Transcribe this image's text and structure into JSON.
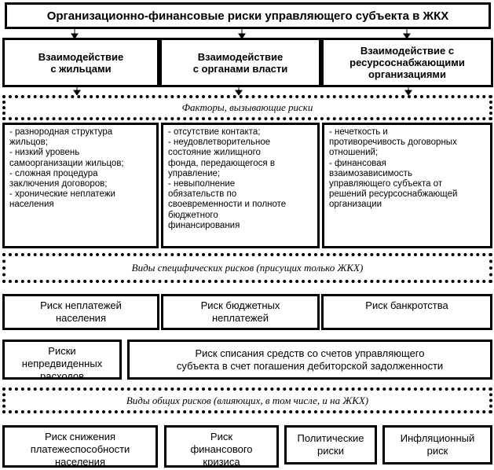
{
  "title": "Организационно-финансовые риски управляющего субъекта в ЖКХ",
  "interactions": [
    "Взаимодействие\nс жильцами",
    "Взаимодействие\nс органами власти",
    "Взаимодействие с\nресурсоснабжающими\nорганизациями"
  ],
  "factors_label": "Факторы, вызывающие риски",
  "factors": [
    [
      "- разнородная структура",
      "жильцов;",
      "- низкий уровень",
      "самоорганизации жильцов;",
      "- сложная процедура",
      "заключения договоров;",
      "- хронические неплатежи",
      "населения"
    ],
    [
      "- отсутствие контакта;",
      "- неудовлетворительное",
      "состояние жилищного",
      "фонда, передающегося в",
      "управление;",
      "- невыполнение",
      "обязательств по",
      "своевременности и полноте",
      "бюджетного",
      "финансирования"
    ],
    [
      "- нечеткость и",
      "противоречивость договорных",
      "отношений;",
      "- финансовая",
      "взаимозависимость",
      "управляющего субъекта от",
      "решений ресурсоснабжающей",
      "организации"
    ]
  ],
  "specific_label": "Виды специфических рисков (присущих только ЖКХ)",
  "specific_risks": [
    "Риск неплатежей\nнаселения",
    "Риск бюджетных\nнеплатежей",
    "Риск банкротства"
  ],
  "specific_risks_row2": [
    "Риски\nнепредвиденных\nрасходов",
    "Риск списания средств со счетов управляющего\nсубъекта в счет погашения дебиторской задолженности"
  ],
  "general_label": "Виды общих рисков (влияющих, в том числе, и на  ЖКХ)",
  "general_risks": [
    "Риск снижения\nплатежеспособности\nнаселения",
    "Риск\nфинансового\nкризиса",
    "Политические\nриски",
    "Инфляционный\nриск"
  ]
}
